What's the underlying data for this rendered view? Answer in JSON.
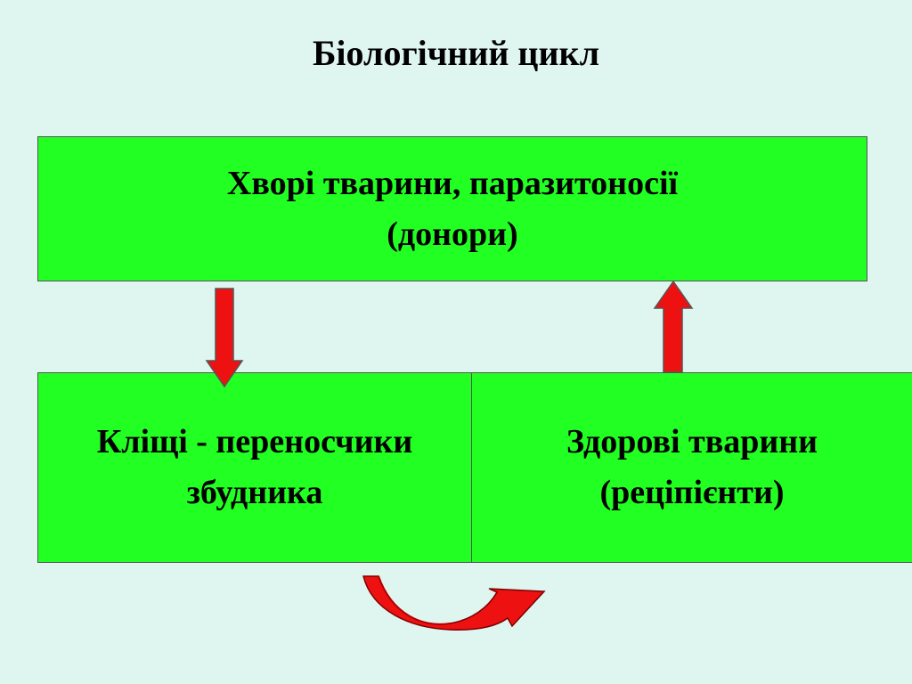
{
  "title": "Біологічний цикл",
  "nodes": {
    "donors": {
      "line1": "Хворі тварини, паразитоносії",
      "line2": "(донори)"
    },
    "vectors": {
      "line1": "Кліщі - переносчики",
      "line2": "збудника"
    },
    "recipients": {
      "line1": "Здорові тварини",
      "line2": "(реціпієнти)"
    }
  },
  "colors": {
    "background": "#dff5ef",
    "box_fill": "#22ff22",
    "arrow_fill": "#ee1111",
    "arrow_shade": "#b30000"
  }
}
